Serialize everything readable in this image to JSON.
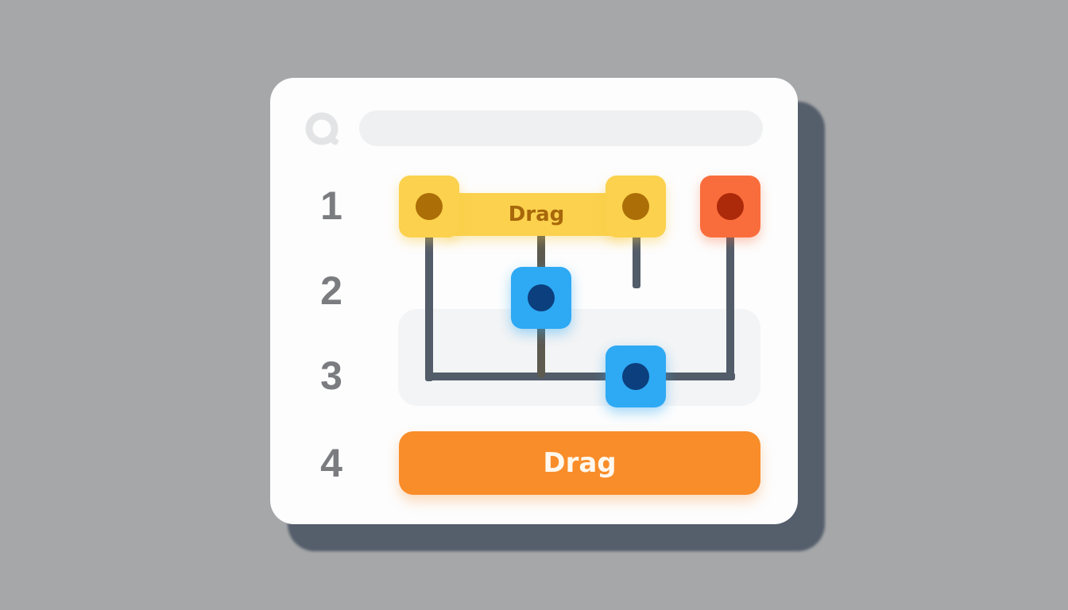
{
  "search": {
    "icon": "search-icon",
    "placeholder": "",
    "value": ""
  },
  "rows": [
    {
      "number": "1"
    },
    {
      "number": "2"
    },
    {
      "number": "3"
    },
    {
      "number": "4"
    }
  ],
  "row1": {
    "drag_bar_label": "Drag",
    "handles": [
      {
        "color": "#fbd14d",
        "dot_color": "#ac6e07"
      },
      {
        "color": "#fbd14d",
        "dot_color": "#ac6e07"
      },
      {
        "color": "#f96d3c",
        "dot_color": "#ac2a0a"
      }
    ]
  },
  "row2": {
    "handle": {
      "color": "#2ea9f4",
      "dot_color": "#0c3f7d"
    }
  },
  "row3": {
    "handle": {
      "color": "#2ea9f4",
      "dot_color": "#0c3f7d"
    }
  },
  "row4": {
    "drag_button_label": "Drag",
    "color": "#f98d2a"
  },
  "colors": {
    "background": "#a5a7a9",
    "card": "#fdfdfd",
    "wire": "#535c69",
    "row_number": "#7a7c80"
  }
}
